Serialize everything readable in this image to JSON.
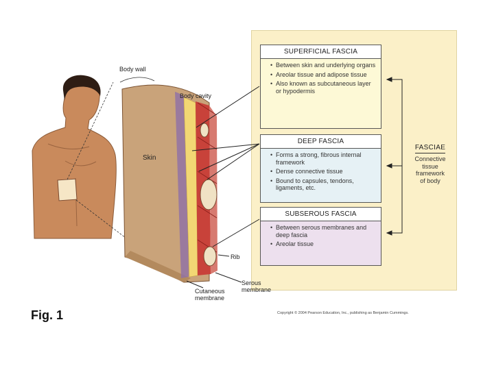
{
  "labels": {
    "body_wall": "Body wall",
    "body_cavity": "Body cavity",
    "skin": "Skin",
    "rib": "Rib",
    "serous_membrane": [
      "Serous",
      "membrane"
    ],
    "cutaneous_membrane": [
      "Cutaneous",
      "membrane"
    ]
  },
  "boxes": [
    {
      "title": "SUPERFICIAL FASCIA",
      "items": [
        "Between skin and underlying organs",
        "Areolar tissue and adipose tissue",
        "Also known as subcutaneous layer or hypodermis"
      ],
      "color": "#fdf9d6"
    },
    {
      "title": "DEEP FASCIA",
      "items": [
        "Forms a strong, fibrous internal framework",
        "Dense connective tissue",
        "Bound to capsules, tendons, ligaments, etc."
      ],
      "color": "#e6f1f5"
    },
    {
      "title": "SUBSEROUS FASCIA",
      "items": [
        "Between serous membranes and deep fascia",
        "Areolar tissue"
      ],
      "color": "#ede0ee"
    }
  ],
  "fasciae": {
    "title": "FASCIAE",
    "desc": [
      "Connective",
      "tissue",
      "framework",
      "of body"
    ]
  },
  "figure_label": "Fig. 1",
  "copyright": "Copyright © 2004 Pearson Education, Inc., publishing as Benjamin Cummings."
}
